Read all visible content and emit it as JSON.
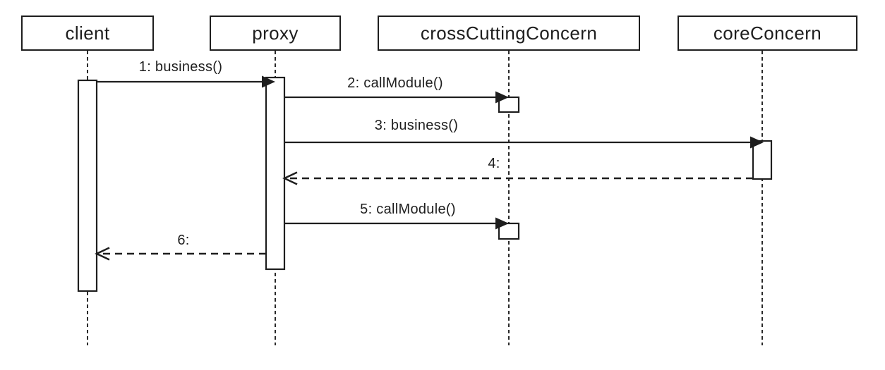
{
  "diagram": {
    "type": "uml-sequence-diagram",
    "colors": {
      "line": "#1e1e1e",
      "text": "#1e1e1e",
      "background": "#ffffff"
    },
    "actors": [
      {
        "id": "client",
        "label": "client"
      },
      {
        "id": "proxy",
        "label": "proxy"
      },
      {
        "id": "crossCuttingConcern",
        "label": "crossCuttingConcern"
      },
      {
        "id": "coreConcern",
        "label": "coreConcern"
      }
    ],
    "messages": [
      {
        "seq": 1,
        "label": "1: business()",
        "from": "client",
        "to": "proxy",
        "kind": "synchronous-call"
      },
      {
        "seq": 2,
        "label": "2: callModule()",
        "from": "proxy",
        "to": "crossCuttingConcern",
        "kind": "synchronous-call"
      },
      {
        "seq": 3,
        "label": "3: business()",
        "from": "proxy",
        "to": "coreConcern",
        "kind": "synchronous-call"
      },
      {
        "seq": 4,
        "label": "4:",
        "from": "coreConcern",
        "to": "proxy",
        "kind": "return"
      },
      {
        "seq": 5,
        "label": "5: callModule()",
        "from": "proxy",
        "to": "crossCuttingConcern",
        "kind": "synchronous-call"
      },
      {
        "seq": 6,
        "label": "6:",
        "from": "proxy",
        "to": "client",
        "kind": "return"
      }
    ]
  }
}
